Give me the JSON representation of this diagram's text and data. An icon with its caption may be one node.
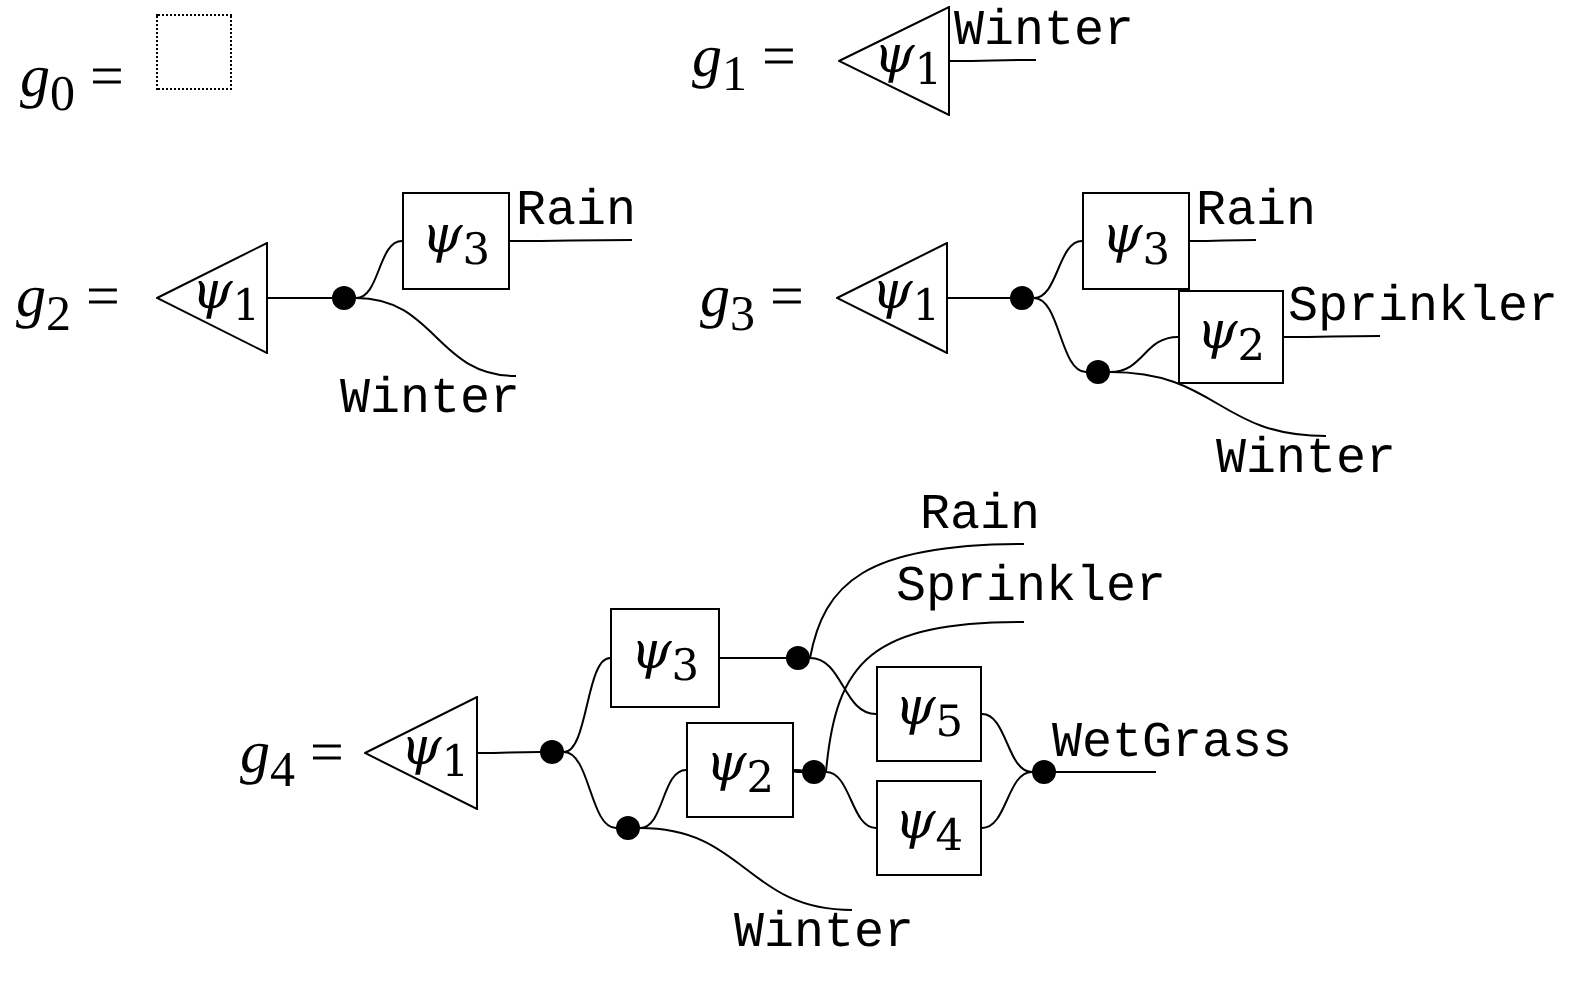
{
  "diagram": {
    "nodes": [
      {
        "text": [],
        "shape": "box"
      },
      {
        "text": [
          "*ψ*$_{1}$"
        ]
      },
      {
        "text": [
          "Winter"
        ]
      },
      {
        "text": [
          "*ψ*$_{1}$"
        ]
      },
      {
        "text": [],
        "shape": "circle"
      },
      {
        "text": [
          "*ψ*$_{3}$"
        ]
      },
      {
        "text": [
          "Rain"
        ]
      },
      {
        "text": [
          "Winter"
        ]
      },
      {
        "text": [
          "*ψ*$_{1}$"
        ]
      },
      {
        "text": [],
        "shape": "circle"
      },
      {
        "text": [
          "*ψ*$_{3}$"
        ]
      },
      {
        "text": [
          "Rain"
        ]
      },
      {
        "text": [],
        "shape": "circle"
      },
      {
        "text": [
          "*ψ*$_{2}$"
        ]
      },
      {
        "text": [
          "Sprinkler"
        ]
      },
      {
        "text": [
          "Winter"
        ]
      },
      {
        "text": [
          "*ψ*$_{1}$"
        ]
      },
      {
        "text": [],
        "shape": "circle"
      },
      {
        "text": [
          "*ψ*$_{3}$"
        ]
      },
      {
        "text": [],
        "shape": "circle"
      },
      {
        "text": [
          "Rain"
        ]
      },
      {
        "text": [
          "Sprinkler"
        ]
      },
      {
        "text": [],
        "shape": "circle"
      },
      {
        "text": [
          "*ψ*$_{2}$"
        ]
      },
      {
        "text": [],
        "shape": "circle"
      },
      {
        "text": [
          "*ψ*$_{5}$"
        ]
      },
      {
        "text": [
          "*ψ*$_{4}$"
        ]
      },
      {
        "text": [],
        "shape": "circle"
      },
      {
        "text": [
          "WetGrass"
        ]
      },
      {
        "text": [
          "Winter"
        ]
      }
    ],
    "edges": [
      {
        "from": 1,
        "to": 2,
        "arrow": "none"
      },
      {
        "from": 3,
        "to": 4,
        "arrow": "none"
      },
      {
        "from": 4,
        "to": 5,
        "arrow": "none"
      },
      {
        "from": 5,
        "to": 6,
        "arrow": "none"
      },
      {
        "from": 4,
        "to": 7,
        "arrow": "none"
      },
      {
        "from": 8,
        "to": 9,
        "arrow": "none"
      },
      {
        "from": 9,
        "to": 10,
        "arrow": "none"
      },
      {
        "from": 10,
        "to": 11,
        "arrow": "none"
      },
      {
        "from": 9,
        "to": 12,
        "arrow": "none"
      },
      {
        "from": 12,
        "to": 13,
        "arrow": "none"
      },
      {
        "from": 13,
        "to": 14,
        "arrow": "none"
      },
      {
        "from": 12,
        "to": 15,
        "arrow": "none"
      },
      {
        "from": 16,
        "to": 17,
        "arrow": "none"
      },
      {
        "from": 17,
        "to": 18,
        "arrow": "none"
      },
      {
        "from": 18,
        "to": 19,
        "arrow": "none"
      },
      {
        "from": 19,
        "to": 20,
        "arrow": "none"
      },
      {
        "from": 19,
        "to": 25,
        "arrow": "none"
      },
      {
        "from": 17,
        "to": 22,
        "arrow": "none"
      },
      {
        "from": 22,
        "to": 23,
        "arrow": "none"
      },
      {
        "from": 22,
        "to": 29,
        "arrow": "none"
      },
      {
        "from": 23,
        "to": 24,
        "arrow": "none"
      },
      {
        "from": 24,
        "to": 21,
        "arrow": "none"
      },
      {
        "from": 24,
        "to": 26,
        "arrow": "none"
      },
      {
        "from": 25,
        "to": 27,
        "arrow": "none"
      },
      {
        "from": 26,
        "to": 27,
        "arrow": "none"
      },
      {
        "from": 27,
        "to": 28,
        "arrow": "none"
      }
    ],
    "labels": [
      "*g*$_{0}$ =",
      "*g*$_{1}$ =",
      "*g*$_{2}$ =",
      "*g*$_{3}$ =",
      "*g*$_{4}$ ="
    ]
  }
}
